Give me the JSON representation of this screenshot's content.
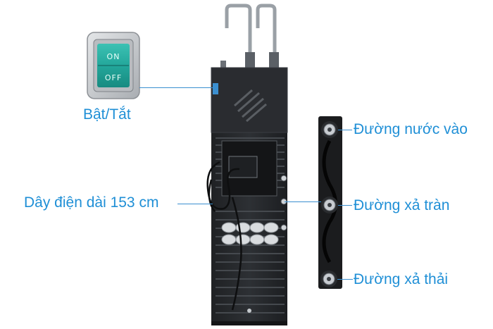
{
  "switch": {
    "on_text": "ON",
    "off_text": "OFF"
  },
  "labels": {
    "power": "Bật/Tắt",
    "cord": "Dây điện dài 153 cm",
    "inlet": "Đường nước vào",
    "overflow": "Đường xả tràn",
    "drain": "Đường xả thải"
  },
  "colors": {
    "label_text": "#1f8fd6",
    "leader_line": "#3a8fd0",
    "switch_teal": "#23a79b",
    "body_dark": "#26282b"
  }
}
